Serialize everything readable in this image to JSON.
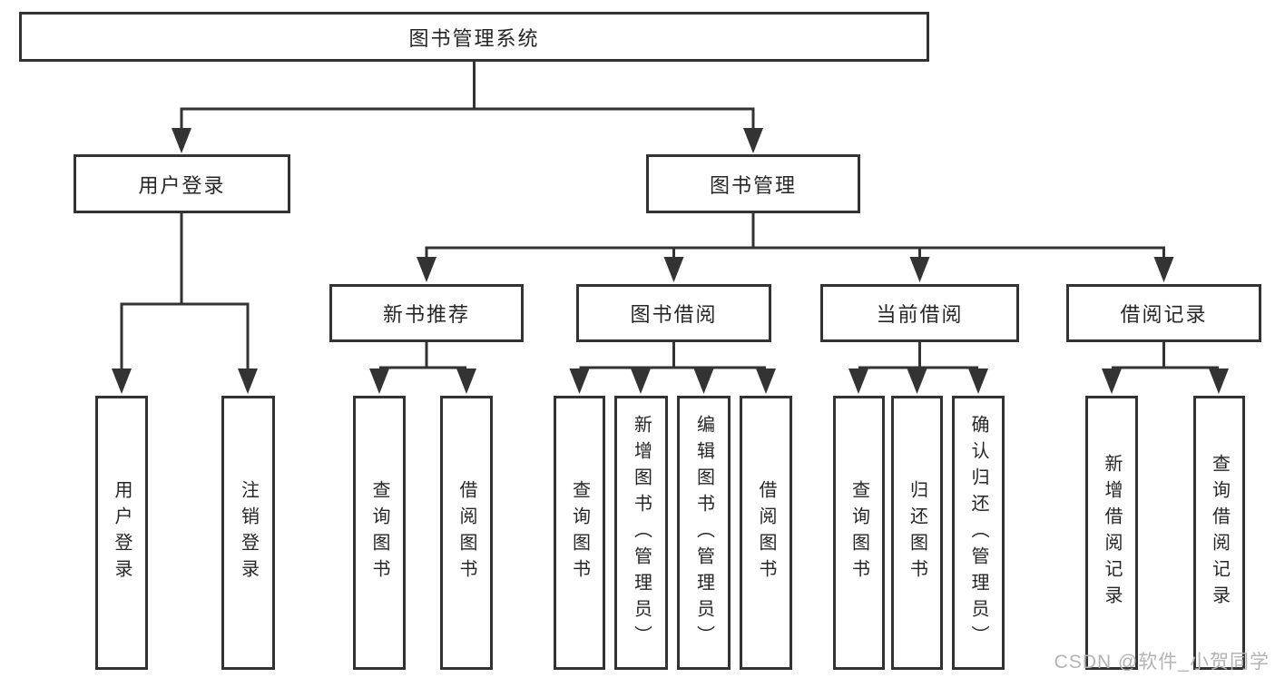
{
  "colors": {
    "line": "#333333",
    "box_border": "#333333",
    "text": "#262626",
    "background": "#ffffff",
    "watermark_text": "#b3b3b3"
  },
  "tree": {
    "root": "图书管理系统",
    "branches": [
      {
        "label": "用户登录",
        "children": [
          "用户登录",
          "注销登录"
        ]
      },
      {
        "label": "图书管理",
        "groups": [
          {
            "label": "新书推荐",
            "children": [
              "查询图书",
              "借阅图书"
            ]
          },
          {
            "label": "图书借阅",
            "children": [
              "查询图书",
              "新增图书（管理员）",
              "编辑图书（管理员）",
              "借阅图书"
            ]
          },
          {
            "label": "当前借阅",
            "children": [
              "查询图书",
              "归还图书",
              "确认归还（管理员）"
            ]
          },
          {
            "label": "借阅记录",
            "children": [
              "新增借阅记录",
              "查询借阅记录"
            ]
          }
        ]
      }
    ]
  },
  "watermark": "CSDN @软件_小贺同学"
}
